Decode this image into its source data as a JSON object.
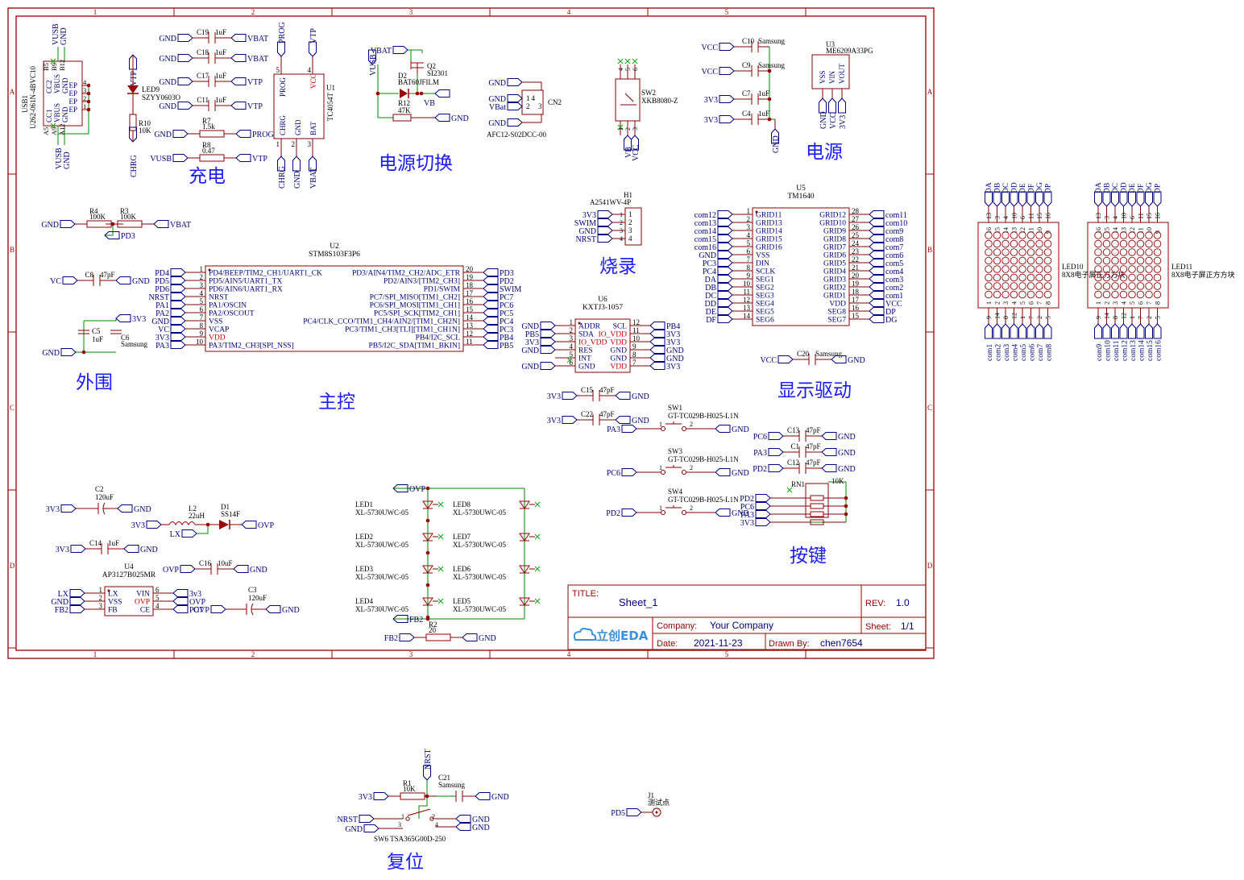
{
  "colors": {
    "frame": "#990000",
    "wire": "#008800",
    "pin": "#880000",
    "net": "#000080",
    "label": "#1a1aff",
    "title": "#000080"
  },
  "frame": {
    "col_labels": [
      "1",
      "2",
      "3",
      "4",
      "5"
    ],
    "row_labels": [
      "A",
      "B",
      "C",
      "D"
    ]
  },
  "blocks": {
    "charge": "充电",
    "power_switch": "电源切换",
    "power": "电源",
    "program": "烧录",
    "peripheral": "外围",
    "mcu": "主控",
    "display_driver": "显示驱动",
    "keys": "按键",
    "reset": "复位"
  },
  "usb1": {
    "ref": "USB1",
    "part": "U262-061N-4BVC10",
    "pins": [
      "EP",
      "EP",
      "EP",
      "EP"
    ],
    "nums": [
      "4",
      "3",
      "2",
      "1"
    ],
    "top_nets": [
      "VUSB",
      "GND"
    ],
    "bottom_nets": [
      "VUSB",
      "GND"
    ],
    "inner_labels": [
      "CC2",
      "VBUS",
      "GND",
      "CC1",
      "VBUS",
      "GND"
    ],
    "pin_codes": [
      "B5",
      "B9",
      "B12",
      "A5",
      "A9",
      "A12"
    ]
  },
  "charge": {
    "caps": [
      {
        "ref": "C19",
        "val": "1uF",
        "left": "GND",
        "right": "VBAT"
      },
      {
        "ref": "C18",
        "val": "1uF",
        "left": "GND",
        "right": "VBAT"
      },
      {
        "ref": "C17",
        "val": "1uF",
        "left": "GND",
        "right": "VTP"
      },
      {
        "ref": "C11",
        "val": "1uF",
        "left": "GND",
        "right": "VTP"
      }
    ],
    "r7": {
      "ref": "R7",
      "val": "1.5k",
      "left": "GND",
      "right": "PROG"
    },
    "r8": {
      "ref": "R8",
      "val": "0.47",
      "left": "VUSB",
      "right": "VTP"
    },
    "led9": {
      "ref": "LED9",
      "part": "SZYY0603O",
      "net": "VTP"
    },
    "r10": {
      "ref": "R10",
      "val": "10K",
      "net": "CHRG"
    },
    "u1": {
      "ref": "U1",
      "part": "TC4054T",
      "top": [
        "PROG",
        "VTP"
      ],
      "top_nums": [
        "5",
        "4"
      ],
      "inner_top": [
        "PROG",
        "VCC"
      ],
      "inner_bot": [
        "CHRG",
        "GND",
        "BAT"
      ],
      "bot_nums": [
        "1",
        "2",
        "3"
      ],
      "bottom": [
        "CHRG",
        "GND",
        "VBAT"
      ]
    }
  },
  "power_switch": {
    "q2": {
      "ref": "Q2",
      "part": "SI2301",
      "net": "VBAT"
    },
    "d2": {
      "ref": "D2",
      "part": "BAT60JFILM"
    },
    "r12": {
      "ref": "R12",
      "val": "47K",
      "net": "GND"
    },
    "vusb": "VUSB",
    "vb": "VB"
  },
  "cn2": {
    "ref": "CN2",
    "part": "AFC12-S02DCC-00",
    "nets": [
      "GND",
      "GND",
      "VBat",
      "GND"
    ],
    "nums": [
      "1",
      "2",
      "3",
      "4"
    ]
  },
  "sw2": {
    "ref": "SW2",
    "part": "XKB8080-Z",
    "top_nums": [
      "4",
      "5",
      "6"
    ],
    "bot_nums": [
      "1",
      "2",
      "3"
    ],
    "nets": [
      "VB",
      "VCC"
    ]
  },
  "power": {
    "caps": [
      {
        "ref": "C10",
        "val": "Samsung",
        "net": "VCC"
      },
      {
        "ref": "C9",
        "val": "Samsung",
        "net": "VCC"
      },
      {
        "ref": "C7",
        "val": "1uF",
        "net": "3V3"
      },
      {
        "ref": "C4",
        "val": "1uF",
        "net": "3V3"
      }
    ],
    "gnd": "GND",
    "u3": {
      "ref": "U3",
      "part": "ME6209A33PG",
      "pins": [
        "VSS",
        "VIN",
        "VOUT"
      ],
      "nets": [
        "GND",
        "VCC",
        "3V3"
      ]
    }
  },
  "h1": {
    "ref": "H1",
    "part": "A2541WV-4P",
    "nets": [
      "3V3",
      "SWIM",
      "GND",
      "NRST"
    ],
    "nums": [
      "1",
      "2",
      "3",
      "4"
    ]
  },
  "divider": {
    "r4": {
      "ref": "R4",
      "val": "100K"
    },
    "r3": {
      "ref": "R3",
      "val": "100K"
    },
    "left": "GND",
    "right": "VBAT",
    "mid": "PD3"
  },
  "u2": {
    "ref": "U2",
    "part": "STM8S103F3P6",
    "left_pins": [
      "PD4/BEEP/TIM2_CH1/UART1_CK",
      "PD5/AIN5/UART1_TX",
      "PD6/AIN6/UART1_RX",
      "NRST",
      "PA1/OSCIN",
      "PA2/OSCOUT",
      "VSS",
      "VCAP",
      "VDD",
      "PA3/TIM2_CH3[SPI_NSS]"
    ],
    "left_nets": [
      "PD4",
      "PD5",
      "PD6",
      "NRST",
      "PA1",
      "PA2",
      "GND",
      "VC",
      "3V3",
      "PA3"
    ],
    "left_nums": [
      "1",
      "2",
      "3",
      "4",
      "5",
      "6",
      "7",
      "8",
      "9",
      "10"
    ],
    "right_pins": [
      "PD3/AIN4/TIM2_CH2/ADC_ETR",
      "PD2/AIN3/[TIM2_CH3]",
      "PD1/SWIM",
      "PC7/SPI_MISO[TIM1_CH2]",
      "PC6/SPI_MOSI[TIM1_CH1]",
      "PC5/SPI_SCK[TIM2_CH1]",
      "PC4/CLK_CCO/TIM1_CH4/AIN2/[TIM1_CH2N]",
      "PC3/TIM1_CH3[TLI][TIM1_CH1N]",
      "PB4/I2C_SCL",
      "PB5/I2C_SDA[TIM1_BKIN]"
    ],
    "right_nets": [
      "PD3",
      "PD2",
      "SWIM",
      "PC7",
      "PC6",
      "PC5",
      "PC4",
      "PC3",
      "PB4",
      "PB5"
    ],
    "right_nums": [
      "20",
      "19",
      "18",
      "17",
      "16",
      "15",
      "14",
      "13",
      "12",
      "11"
    ]
  },
  "periph": {
    "c8": {
      "ref": "C8",
      "val": "47pF",
      "left": "VC",
      "right": "GND"
    },
    "c5": {
      "ref": "C5",
      "val": "1uF"
    },
    "c6": {
      "ref": "C6",
      "val": "Samsung"
    },
    "net_3v3": "3V3",
    "net_gnd": "GND"
  },
  "u6": {
    "ref": "U6",
    "part": "KXTJ3-1057",
    "left_pins": [
      "ADDR",
      "SDA",
      "IO_VDD",
      "RES",
      "INT",
      "GND"
    ],
    "left_nums": [
      "1",
      "2",
      "3",
      "4",
      "5",
      "6"
    ],
    "left_nets": [
      "GND",
      "PB5",
      "3V3",
      "GND",
      "",
      "GND"
    ],
    "right_pins": [
      "SCL",
      "IO_VDD",
      "VDD",
      "GND",
      "GND",
      "VDD"
    ],
    "right_nums": [
      "12",
      "11",
      "10",
      "9",
      "8",
      "7"
    ],
    "right_nets": [
      "PB4",
      "3V3",
      "3V3",
      "GND",
      "GND",
      "3V3"
    ]
  },
  "c15": {
    "ref": "C15",
    "val": "47pF",
    "left": "3V3",
    "right": "GND"
  },
  "c22": {
    "ref": "C22",
    "val": "47pF",
    "left": "3V3",
    "right": "GND"
  },
  "switches": [
    {
      "ref": "SW1",
      "part": "GT-TC029B-H025-L1N",
      "left": "PA3",
      "right": "GND"
    },
    {
      "ref": "SW3",
      "part": "GT-TC029B-H025-L1N",
      "left": "PC6",
      "right": "GND"
    },
    {
      "ref": "SW4",
      "part": "GT-TC029B-H025-L1N",
      "left": "PD2",
      "right": "GND"
    }
  ],
  "u5": {
    "ref": "U5",
    "part": "TM1640",
    "left_pins": [
      "GRID11",
      "GRID13",
      "GRID14",
      "GRID15",
      "GRID16",
      "VSS",
      "DIN",
      "SCLK",
      "SEG1",
      "SEG2",
      "SEG3",
      "SEG4",
      "SEG5",
      "SEG6"
    ],
    "left_nets": [
      "com12",
      "com13",
      "com14",
      "com15",
      "com16",
      "GND",
      "PC3",
      "PC4",
      "DA",
      "DB",
      "DC",
      "DD",
      "DE",
      "DF"
    ],
    "left_nums": [
      "1",
      "2",
      "3",
      "4",
      "5",
      "6",
      "7",
      "8",
      "9",
      "10",
      "11",
      "12",
      "13",
      "14"
    ],
    "right_pins": [
      "GRID12",
      "GRID10",
      "GRID9",
      "GRID8",
      "GRID7",
      "GRID6",
      "GRID5",
      "GRID4",
      "GRID3",
      "GRID2",
      "GRID1",
      "VDD",
      "SEG8",
      "SEG7"
    ],
    "right_nets": [
      "com11",
      "com10",
      "com9",
      "com8",
      "com7",
      "com6",
      "com5",
      "com4",
      "com3",
      "com2",
      "com1",
      "VCC",
      "DP",
      "DG"
    ],
    "right_nums": [
      "28",
      "27",
      "26",
      "25",
      "24",
      "23",
      "22",
      "21",
      "20",
      "19",
      "18",
      "17",
      "16",
      "15"
    ]
  },
  "c20": {
    "ref": "C20",
    "val": "Samsung",
    "left": "VCC",
    "right": "GND"
  },
  "keycaps": [
    {
      "ref": "C13",
      "val": "47pF",
      "left": "PC6",
      "right": "GND"
    },
    {
      "ref": "C1",
      "val": "47pF",
      "left": "PA3",
      "right": "GND"
    },
    {
      "ref": "C12",
      "val": "47pF",
      "left": "PD2",
      "right": "GND"
    }
  ],
  "rn1": {
    "ref": "RN1",
    "val": "10K",
    "nets": [
      "PD2",
      "PC6",
      "PA3",
      "3V3"
    ]
  },
  "boost": {
    "c2": {
      "ref": "C2",
      "val": "120uF",
      "left": "3V3",
      "right": "GND"
    },
    "l2": {
      "ref": "L2",
      "val": "22uH",
      "left": "3V3",
      "net": "LX"
    },
    "d1": {
      "ref": "D1",
      "part": "SS14F",
      "net": "OVP"
    },
    "c14": {
      "ref": "C14",
      "val": "1uF",
      "left": "3V3",
      "right": "GND"
    },
    "c16": {
      "ref": "C16",
      "val": "10uF",
      "left": "OVP",
      "right": "GND"
    },
    "c3": {
      "ref": "C3",
      "val": "120uF",
      "left": "OVP",
      "right": "GND"
    },
    "u4": {
      "ref": "U4",
      "part": "AP3127B025MR",
      "left_pins": [
        "LX",
        "VSS",
        "FB"
      ],
      "left_nets": [
        "LX",
        "GND",
        "FB2"
      ],
      "left_nums": [
        "1",
        "2",
        "3"
      ],
      "right_pins": [
        "VIN",
        "OVP",
        "CE"
      ],
      "right_nets": [
        "3v3",
        "OVP",
        "PC7"
      ],
      "right_nums": [
        "6",
        "5",
        "4"
      ]
    }
  },
  "leds": {
    "net_top": "OVP",
    "net_bot": "FB2",
    "left": [
      {
        "ref": "LED1",
        "part": "XL-5730UWC-05"
      },
      {
        "ref": "LED2",
        "part": "XL-5730UWC-05"
      },
      {
        "ref": "LED3",
        "part": "XL-5730UWC-05"
      },
      {
        "ref": "LED4",
        "part": "XL-5730UWC-05"
      }
    ],
    "right": [
      {
        "ref": "LED8",
        "part": "XL-5730UWC-05"
      },
      {
        "ref": "LED7",
        "part": "XL-5730UWC-05"
      },
      {
        "ref": "LED6",
        "part": "XL-5730UWC-05"
      },
      {
        "ref": "LED5",
        "part": "XL-5730UWC-05"
      }
    ],
    "r2": {
      "ref": "R2",
      "val": "20",
      "left": "FB2",
      "right": "GND"
    }
  },
  "title_block": {
    "title_label": "TITLE:",
    "title": "Sheet_1",
    "rev_label": "REV:",
    "rev": "1.0",
    "company_label": "Company:",
    "company": "Your Company",
    "sheet_label": "Sheet:",
    "sheet": "1/1",
    "date_label": "Date:",
    "date": "2021-11-23",
    "drawn_label": "Drawn By:",
    "drawn": "chen7654",
    "logo": "立创EDA"
  },
  "matrix10": {
    "ref": "LED10",
    "part": "8X8电子屏正方方块",
    "top_nets": [
      "DA",
      "DB",
      "DC",
      "DD",
      "DE",
      "DF",
      "DG",
      "DP"
    ],
    "top_nums": [
      "13",
      "3",
      "4",
      "10",
      "6",
      "11",
      "15",
      "16"
    ],
    "inner_top": [
      "16",
      "15",
      "14",
      "13",
      "12",
      "11",
      "10",
      "9"
    ],
    "inner_bot": [
      "1",
      "2",
      "3",
      "4",
      "5",
      "6",
      "7",
      "8"
    ],
    "bot_nums": [
      "9",
      "14",
      "8",
      "12",
      "1",
      "7",
      "2",
      "5"
    ],
    "bot_nets": [
      "com1",
      "com2",
      "com3",
      "com4",
      "com5",
      "com6",
      "com7",
      "com8"
    ]
  },
  "matrix11": {
    "ref": "LED11",
    "part": "8X8电子屏正方方块",
    "top_nets": [
      "DA",
      "DB",
      "DC",
      "DD",
      "DE",
      "DF",
      "DG",
      "DP"
    ],
    "top_nums": [
      "13",
      "3",
      "4",
      "10",
      "6",
      "11",
      "15",
      "16"
    ],
    "inner_top": [
      "16",
      "15",
      "14",
      "13",
      "12",
      "11",
      "10",
      "9"
    ],
    "inner_bot": [
      "1",
      "2",
      "3",
      "4",
      "5",
      "6",
      "7",
      "8"
    ],
    "bot_nums": [
      "9",
      "14",
      "8",
      "12",
      "1",
      "7",
      "2",
      "5"
    ],
    "bot_nets": [
      "com9",
      "com10",
      "com11",
      "com12",
      "com13",
      "com14",
      "com15",
      "com16"
    ]
  },
  "reset": {
    "r1": {
      "ref": "R1",
      "val": "10K",
      "left": "3V3",
      "net": "NRST"
    },
    "c21": {
      "ref": "C21",
      "val": "Samsung",
      "right": "GND"
    },
    "sw6": {
      "ref": "SW6",
      "part": "TSA365G00D-250",
      "left": [
        "NRST",
        "GND"
      ],
      "right": [
        "GND",
        "GND"
      ],
      "nums": [
        "1",
        "2",
        "3",
        "4"
      ]
    }
  },
  "j1": {
    "ref": "J1",
    "part": "测试点",
    "net": "PD5"
  }
}
